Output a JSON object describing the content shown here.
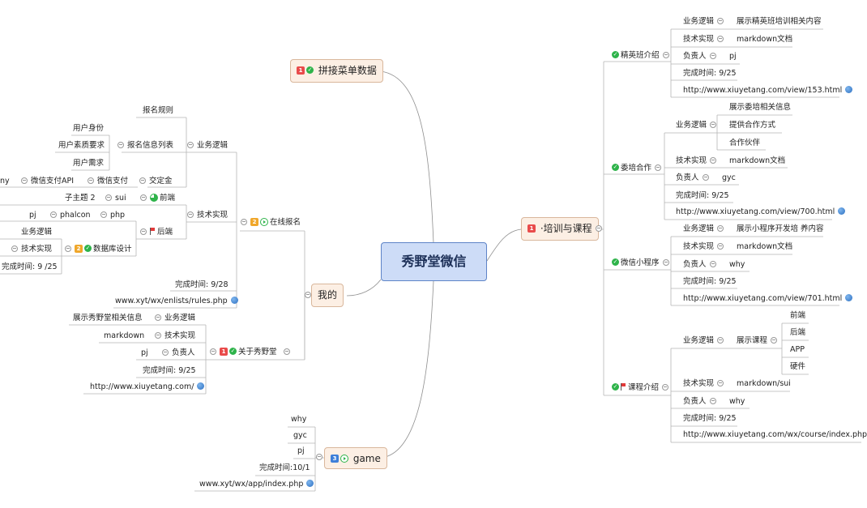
{
  "root": {
    "label": "秀野堂微信"
  },
  "main_topics": {
    "menu": {
      "label": "拼接菜单数据"
    },
    "training": {
      "label": "·培训与课程"
    },
    "mine": {
      "label": "我的"
    },
    "game": {
      "label": "game"
    }
  },
  "priority_labels": {
    "p1": "1",
    "p2": "2",
    "p3": "3"
  },
  "training": {
    "elite": {
      "label": "精英班介绍",
      "biz_key": "业务逻辑",
      "biz_val": "展示精英班培训相关内容",
      "tech_key": "技术实现",
      "tech_val": "markdown文档",
      "owner_key": "负责人",
      "owner_val": "pj",
      "done": "完成时间:  9/25",
      "url": "http://www.xiuyetang.com/view/153.html"
    },
    "coop": {
      "label": "委培合作",
      "biz_key": "业务逻辑",
      "biz_items": [
        "展示委培相关信息",
        "提供合作方式",
        "合作伙伴"
      ],
      "tech_key": "技术实现",
      "tech_val": "markdown文档",
      "owner_key": "负责人",
      "owner_val": "gyc",
      "done": "完成时间:  9/25",
      "url": "http://www.xiuyetang.com/view/700.html"
    },
    "mini": {
      "label": "微信小程序",
      "biz_key": "业务逻辑",
      "biz_val": "展示小程序开发培 养内容",
      "tech_key": "技术实现",
      "tech_val": "markdown文档",
      "owner_key": "负责人",
      "owner_val": "why",
      "done": "完成时间:  9/25",
      "url": "http://www.xiuyetang.com/view/701.html"
    },
    "course": {
      "label": "课程介绍",
      "biz_key": "业务逻辑",
      "biz_sub": "展示课程",
      "biz_items": [
        "前端",
        "后端",
        "APP",
        "硬件"
      ],
      "tech_key": "技术实现",
      "tech_val": "markdown/sui",
      "owner_key": "负责人",
      "owner_val": "why",
      "done": "完成时间:  9/25",
      "url": "http://www.xiuyetang.com/wx/course/index.php"
    }
  },
  "mine": {
    "signup": {
      "label": "在线报名",
      "biz": {
        "label": "业务逻辑",
        "rules": "报名规则",
        "list": "报名信息列表",
        "list_items": [
          "用户身份",
          "用户素质要求",
          "用户需求"
        ],
        "deposit": "交定金",
        "wxpay": "微信支付",
        "wxpay_api": "微信支付API",
        "wxpay_api_child": "ny"
      },
      "tech": {
        "label": "技术实现",
        "front": "前端",
        "front_sui": "sui",
        "front_sub": "子主题 2",
        "back": "后端",
        "back_php": "php",
        "back_phalcon": "phalcon",
        "back_pj": "pj",
        "db": "数据库设计",
        "db_biz": "业务逻辑",
        "db_tech": "技术实现",
        "db_done": "完成时间: 9 /25"
      },
      "done": "完成时间:   9/28",
      "url": "www.xyt/wx/enlists/rules.php"
    },
    "about": {
      "label": "关于秀野堂",
      "biz_key": "业务逻辑",
      "biz_val": "展示秀野堂相关信息",
      "tech_key": "技术实现",
      "tech_val": "markdown",
      "owner_key": "负责人",
      "owner_val": "pj",
      "done": "完成时间:   9/25",
      "url": "http://www.xiuyetang.com/"
    }
  },
  "game": {
    "items": [
      "why",
      "gyc",
      "pj",
      "完成时间:10/1"
    ],
    "url": "www.xyt/wx/app/index.php"
  },
  "colors": {
    "root_fill": "#cddcf7",
    "root_border": "#5e84c7",
    "main_fill": "#fcefe4",
    "main_border": "#d9b79c",
    "line": "#9a9a9a"
  }
}
